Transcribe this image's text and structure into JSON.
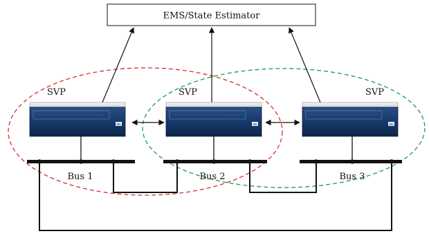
{
  "ems_box": {
    "label": "EMS/State Estimator"
  },
  "svp_labels": [
    "SVP",
    "SVP",
    "SVP"
  ],
  "bus_labels": [
    "Bus 1",
    "Bus 2",
    "Bus 3"
  ],
  "device_badge": "SEL",
  "colors": {
    "red_zone": "#d62b2b",
    "green_zone": "#1a9a55",
    "line": "#111111",
    "device_face": "#0f2a55",
    "device_top": "#e7e9ec"
  }
}
